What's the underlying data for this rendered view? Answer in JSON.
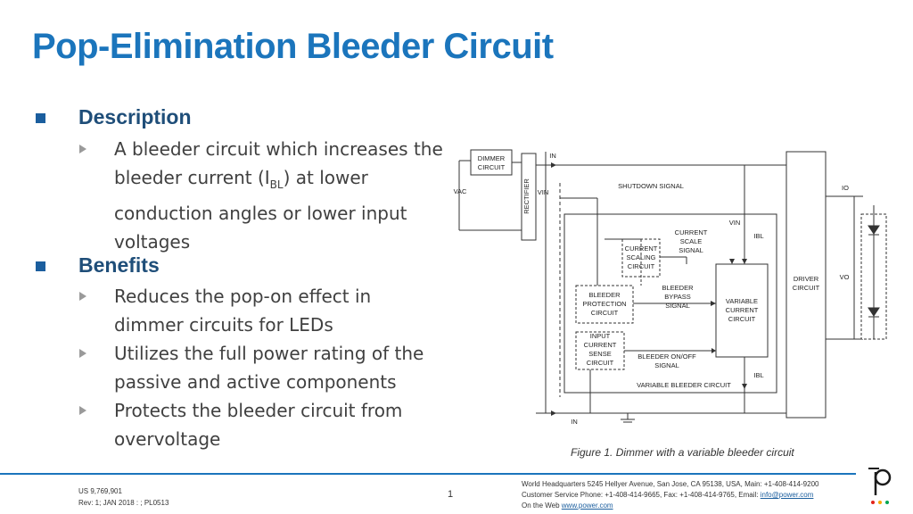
{
  "title": "Pop-Elimination Bleeder Circuit",
  "sections": {
    "description": {
      "heading": "Description",
      "item_pre": "A bleeder circuit which increases the bleeder current (I",
      "item_sub": "BL",
      "item_post": ") at lower conduction angles or lower input voltages"
    },
    "benefits": {
      "heading": "Benefits",
      "items": [
        "Reduces the pop-on effect in dimmer circuits for LEDs",
        "Utilizes the full power rating of the passive and active components",
        "Protects the bleeder circuit from overvoltage"
      ]
    }
  },
  "figure": {
    "caption": "Figure 1. Dimmer with a variable bleeder circuit",
    "labels": {
      "dimmer_1": "DIMMER",
      "dimmer_2": "CIRCUIT",
      "rectifier": "RECTIFIER",
      "vac": "VAC",
      "vin_top": "VIN",
      "shutdown": "SHUTDOWN SIGNAL",
      "in_top": "IN",
      "io": "IO",
      "current_scale_1": "CURRENT",
      "current_scale_2": "SCALE",
      "current_scale_3": "SIGNAL",
      "scaling_1": "CURRENT",
      "scaling_2": "SCALING",
      "scaling_3": "CIRCUIT",
      "vin_right": "VIN",
      "ibl_top": "IBL",
      "bleeder_prot_1": "BLEEDER",
      "bleeder_prot_2": "PROTECTION",
      "bleeder_prot_3": "CIRCUIT",
      "bypass_1": "BLEEDER",
      "bypass_2": "BYPASS",
      "bypass_3": "SIGNAL",
      "variable_1": "VARIABLE",
      "variable_2": "CURRENT",
      "variable_3": "CIRCUIT",
      "driver_1": "DRIVER",
      "driver_2": "CIRCUIT",
      "vo": "VO",
      "input_sense_1": "INPUT",
      "input_sense_2": "CURRENT",
      "input_sense_3": "SENSE",
      "input_sense_4": "CIRCUIT",
      "onoff_1": "BLEEDER ON/OFF",
      "onoff_2": "SIGNAL",
      "ibl_bottom": "IBL",
      "vbc": "VARIABLE BLEEDER CIRCUIT",
      "in_bottom": "IN"
    }
  },
  "footer": {
    "patent": "US 9,769,901",
    "rev": "Rev: 1; JAN 2018 : ; PL0513",
    "page": "1",
    "hq": "World Headquarters 5245 Hellyer Avenue, San Jose, CA 95138, USA, Main: +1-408-414-9200",
    "service_pre": "Customer Service Phone: +1-408-414-9665, Fax: +1-408-414-9765, Email: ",
    "email": "info@power.com",
    "web_pre": "On the Web ",
    "web": "www.power.com"
  },
  "colors": {
    "title": "#1b75bc",
    "heading": "#1f4e79",
    "bullet": "#1b5e9e",
    "footer_rule": "#1b75bc",
    "logo_dots": [
      "#e2231a",
      "#f7a800",
      "#00a651"
    ]
  },
  "icons": {
    "section_bullet": "square-bullet-icon",
    "item_bullet": "triangle-bullet-icon",
    "logo": "power-integrations-logo"
  }
}
